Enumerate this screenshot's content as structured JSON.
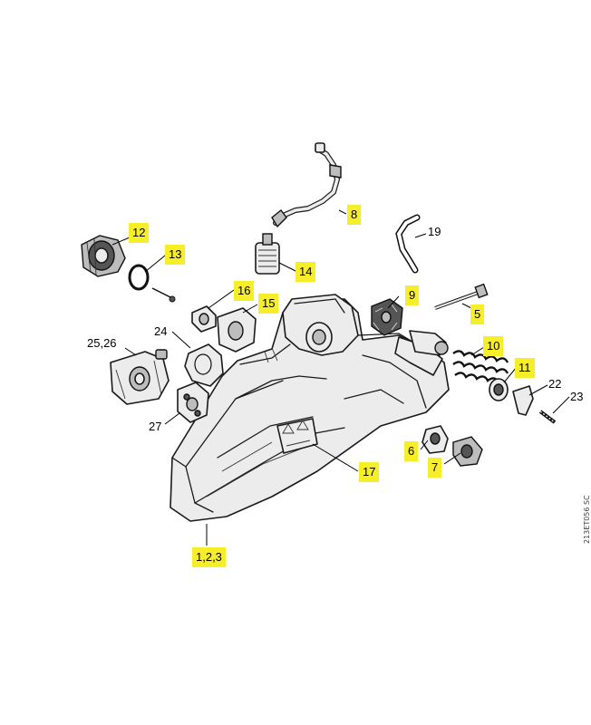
{
  "catalog_code": "213ET056 SC",
  "highlight_color": "#f7ee2a",
  "callouts": {
    "c1_2_3": "1,2,3",
    "c5": "5",
    "c6": "6",
    "c7": "7",
    "c8": "8",
    "c9": "9",
    "c10": "10",
    "c11": "11",
    "c12": "12",
    "c13": "13",
    "c14": "14",
    "c15": "15",
    "c16": "16",
    "c17": "17",
    "c19": "19",
    "c22": "22",
    "c23": "23",
    "c24": "24",
    "c25_26": "25,26",
    "c27": "27"
  }
}
